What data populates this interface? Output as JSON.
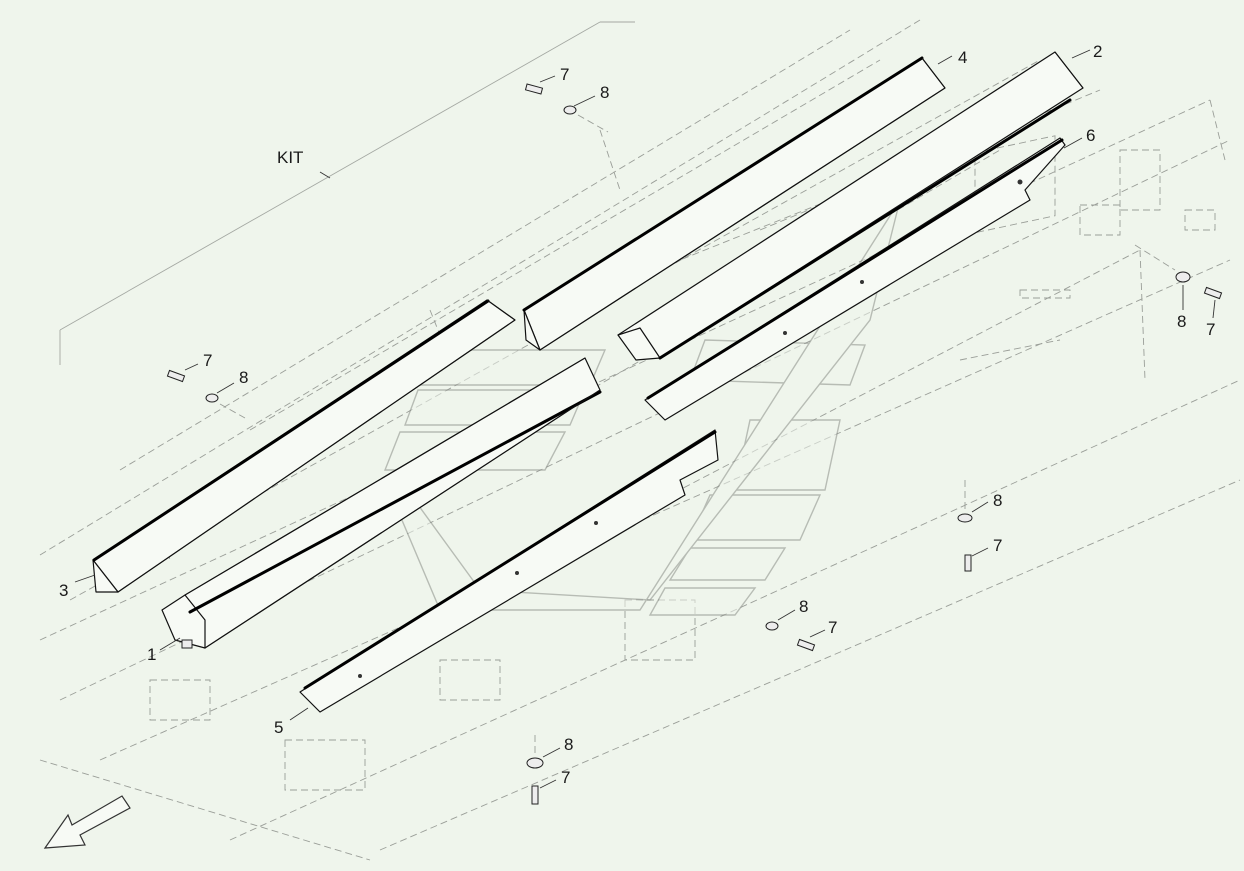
{
  "diagram": {
    "kit_label": "KIT",
    "callouts": {
      "part1": "1",
      "part2": "2",
      "part3": "3",
      "part4": "4",
      "part5": "5",
      "part6": "6",
      "bolt_top": "7",
      "washer_top": "8",
      "bolt_left": "7",
      "washer_left": "8",
      "washer_right": "8",
      "bolt_right": "7",
      "washer_mid": "8",
      "bolt_mid": "7",
      "washer_lowmid": "8",
      "bolt_lowmid": "7",
      "washer_bottom": "8",
      "bolt_bottom": "7"
    },
    "direction_arrow": "arrow-down-left-icon"
  }
}
